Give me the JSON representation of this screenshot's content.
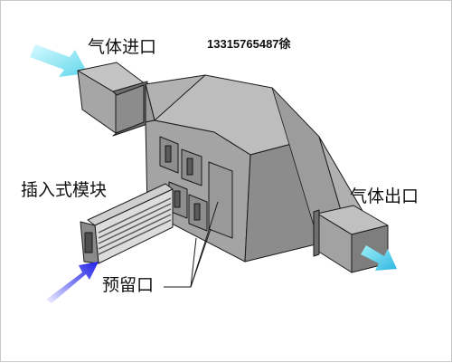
{
  "labels": {
    "gas_inlet": "气体进口",
    "gas_outlet": "气体出口",
    "contact": "13315765487徐",
    "insert_module": "插入式模块",
    "reserved_port": "预留口"
  },
  "colors": {
    "inlet_arrow": "#7fe4f0",
    "outlet_arrow": "#45c8e8",
    "module_arrow": "#2d2df0",
    "housing_light": "#b6b6b6",
    "housing_mid": "#9e9e9e",
    "housing_dark": "#7a7a7a",
    "outline": "#1a1a1a"
  }
}
